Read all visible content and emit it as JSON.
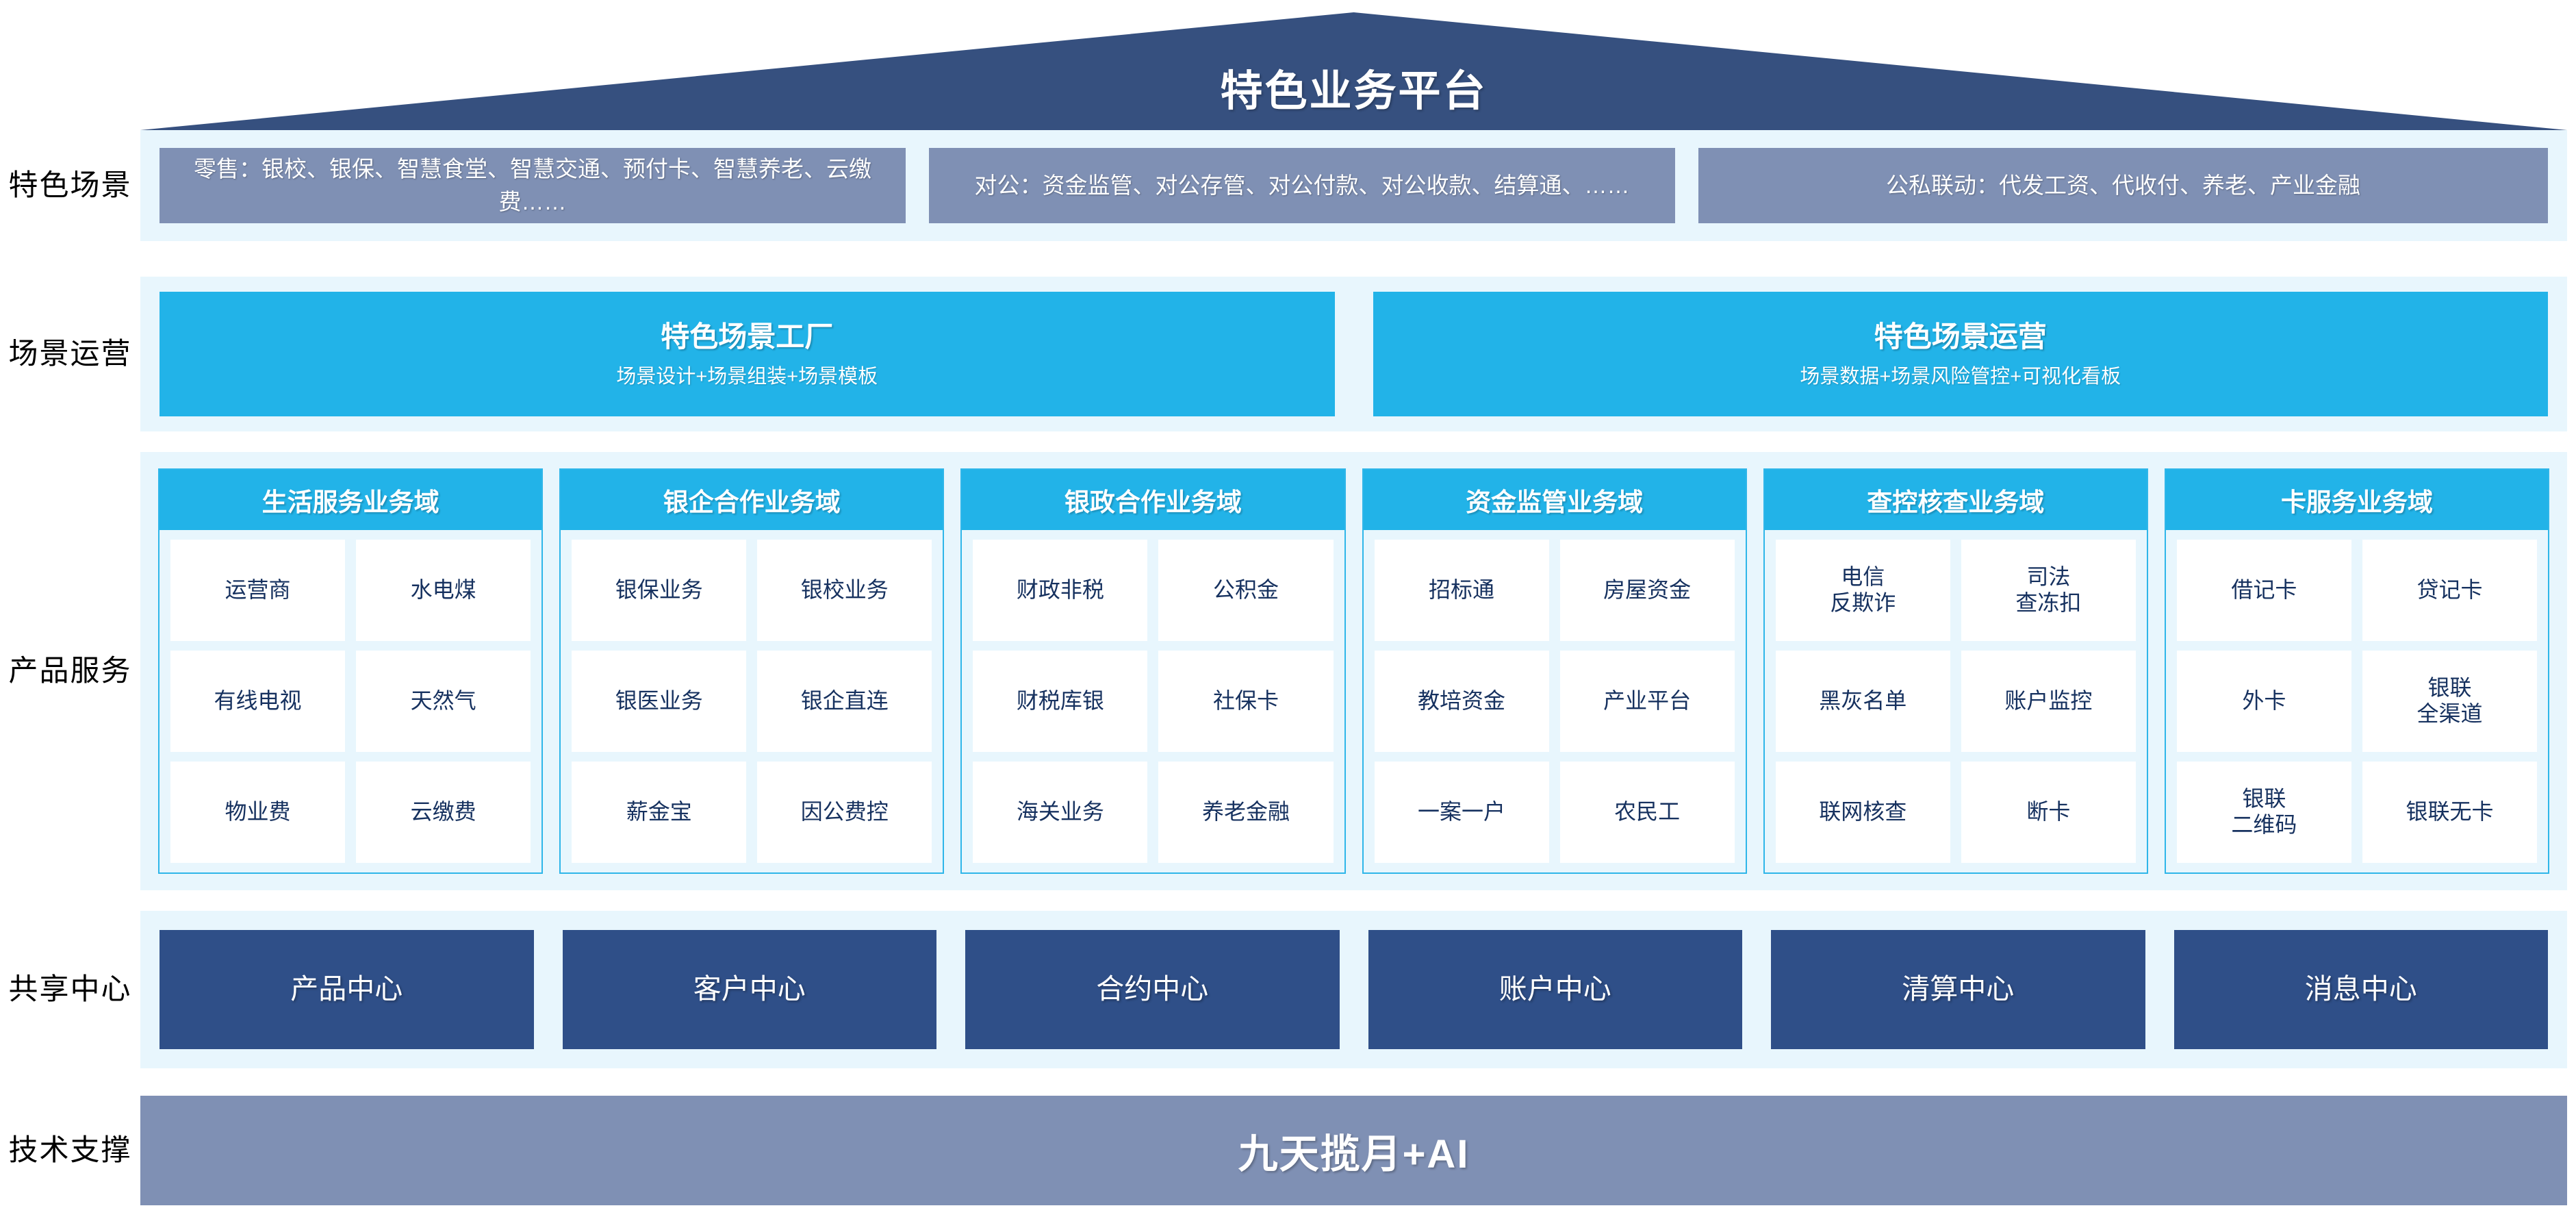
{
  "header": {
    "title": "特色业务平台"
  },
  "rows": {
    "scenario_label": "特色\n场景",
    "operation_label": "场景\n运营",
    "product_label": "产品\n服务",
    "shared_label": "共享\n中心",
    "tech_label": "技术\n支撑"
  },
  "scenarios": [
    {
      "name": "retail-scenarios",
      "text": "零售：银校、银保、智慧食堂、智慧交通、预付卡、智慧养老、云缴费……"
    },
    {
      "name": "corporate-scenarios",
      "text": "对公：资金监管、对公存管、对公付款、对公收款、结算通、……"
    },
    {
      "name": "public-private-scenarios",
      "text": "公私联动：代发工资、代收付、养老、产业金融"
    }
  ],
  "operations": [
    {
      "name": "scenario-factory",
      "title": "特色场景工厂",
      "subtitle": "场景设计+场景组装+场景模板"
    },
    {
      "name": "scenario-operation",
      "title": "特色场景运营",
      "subtitle": "场景数据+场景风险管控+可视化看板"
    }
  ],
  "domains": [
    {
      "name": "life-service-domain",
      "title": "生活服务业务域",
      "items": [
        "运营商",
        "水电煤",
        "有线电视",
        "天然气",
        "物业费",
        "云缴费"
      ]
    },
    {
      "name": "bank-enterprise-domain",
      "title": "银企合作业务域",
      "items": [
        "银保业务",
        "银校业务",
        "银医业务",
        "银企直连",
        "薪金宝",
        "因公费控"
      ]
    },
    {
      "name": "bank-government-domain",
      "title": "银政合作业务域",
      "items": [
        "财政非税",
        "公积金",
        "财税库银",
        "社保卡",
        "海关业务",
        "养老金融"
      ]
    },
    {
      "name": "fund-supervision-domain",
      "title": "资金监管业务域",
      "items": [
        "招标通",
        "房屋资金",
        "教培资金",
        "产业平台",
        "一案一户",
        "农民工"
      ]
    },
    {
      "name": "investigation-control-domain",
      "title": "查控核查业务域",
      "items": [
        "电信\n反欺诈",
        "司法\n查冻扣",
        "黑灰名单",
        "账户监控",
        "联网核查",
        "断卡"
      ]
    },
    {
      "name": "card-service-domain",
      "title": "卡服务业务域",
      "items": [
        "借记卡",
        "贷记卡",
        "外卡",
        "银联\n全渠道",
        "银联\n二维码",
        "银联无卡"
      ]
    }
  ],
  "shared_centers": [
    {
      "name": "product-center",
      "label": "产品中心"
    },
    {
      "name": "customer-center",
      "label": "客户中心"
    },
    {
      "name": "contract-center",
      "label": "合约中心"
    },
    {
      "name": "account-center",
      "label": "账户中心"
    },
    {
      "name": "settlement-center",
      "label": "清算中心"
    },
    {
      "name": "message-center",
      "label": "消息中心"
    }
  ],
  "tech_support": {
    "label": "九天揽月+AI"
  },
  "colors": {
    "roof": "#36507f",
    "scenario_box": "#7f90b4",
    "panel_bg": "#e8f6fd",
    "accent_cyan": "#22b3e8",
    "center_navy": "#2f4f88",
    "cell_text": "#16315f",
    "tech_bar": "#7f90b4"
  }
}
